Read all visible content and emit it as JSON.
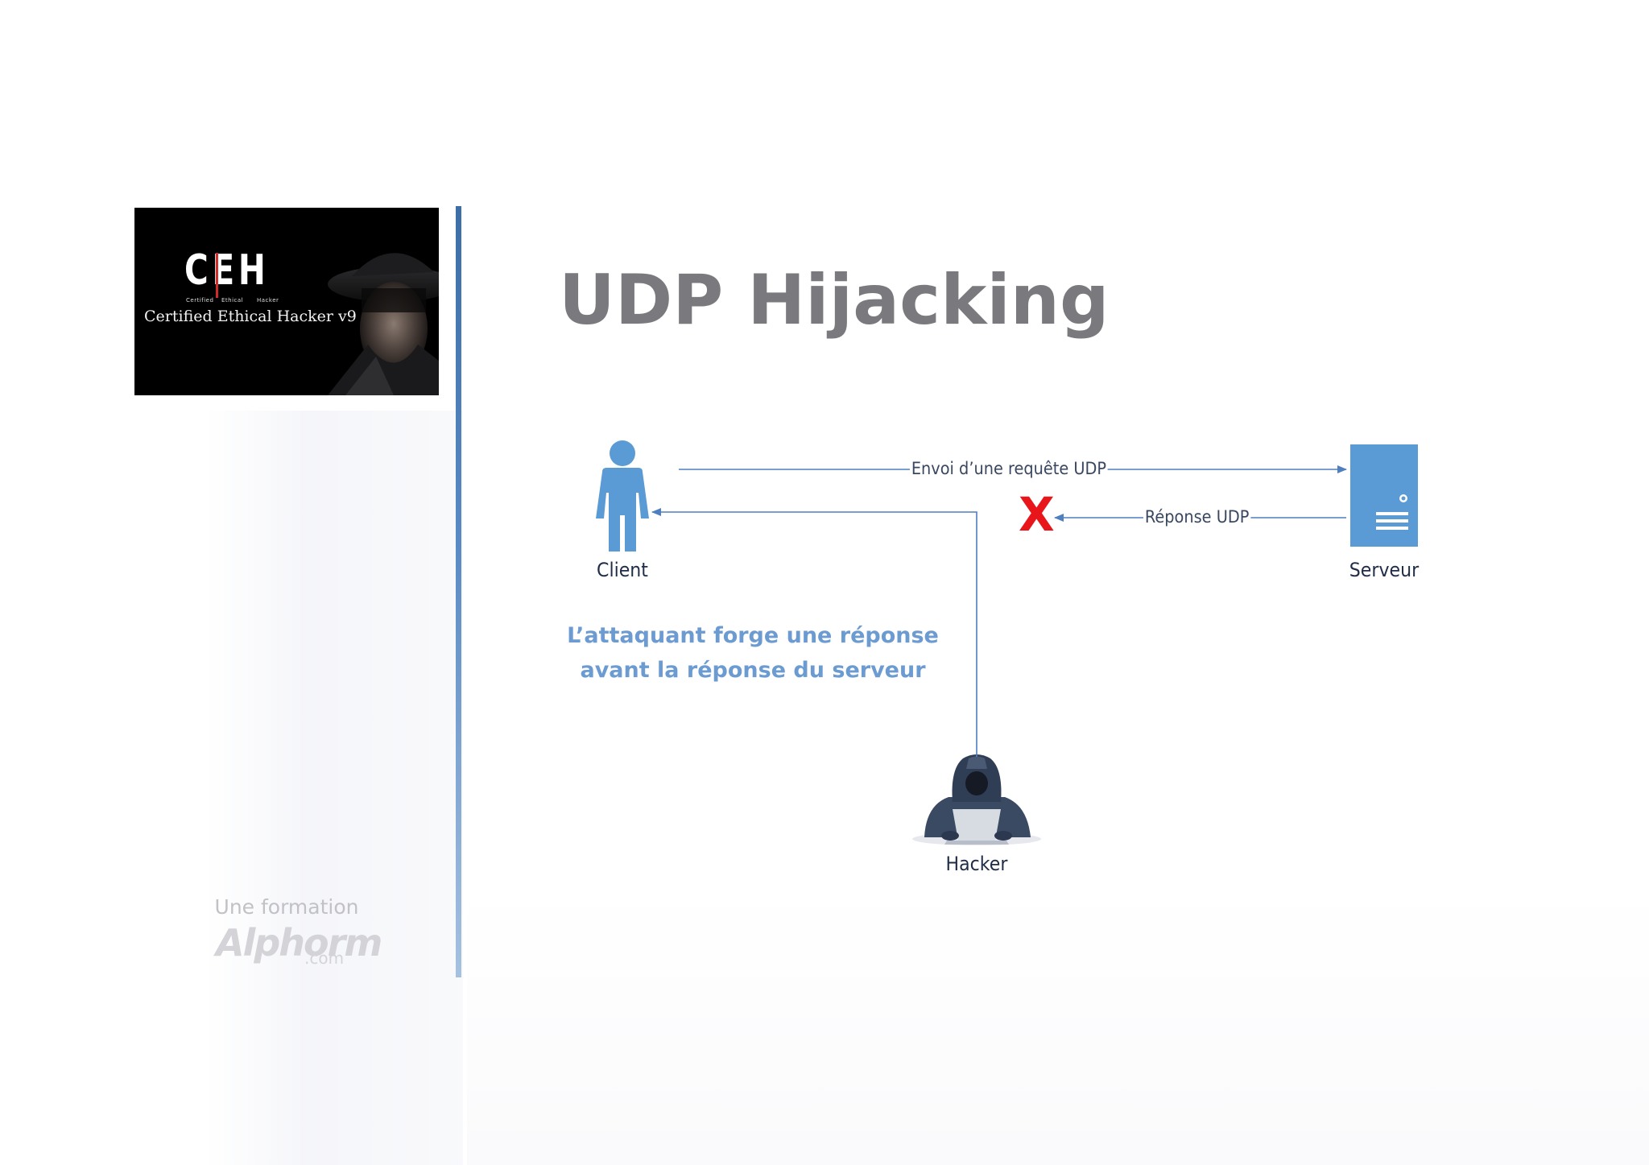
{
  "logo": {
    "acronym": "CEH",
    "acronym_small": [
      "Certified",
      "Ethical",
      "Hacker"
    ],
    "tagline": "Certified Ethical Hacker v9"
  },
  "footer": {
    "line1": "Une formation",
    "brand": "Alphorm",
    "brand_suffix": ".com"
  },
  "slide": {
    "title": "UDP Hijacking"
  },
  "diagram": {
    "nodes": {
      "client": "Client",
      "server": "Serveur",
      "hacker": "Hacker"
    },
    "arrows": {
      "request": "Envoi d’une requête UDP",
      "response": "Réponse UDP"
    },
    "blocked_mark": "X",
    "caption_line1": "L’attaquant forge une réponse",
    "caption_line2": "avant la réponse du serveur"
  },
  "colors": {
    "accent_blue": "#5b9bd5",
    "title_gray": "#7a7a7e",
    "caption_blue": "#6c9bd2",
    "blocked_red": "#e8161b",
    "separator_blue": "#3d6ea6"
  }
}
